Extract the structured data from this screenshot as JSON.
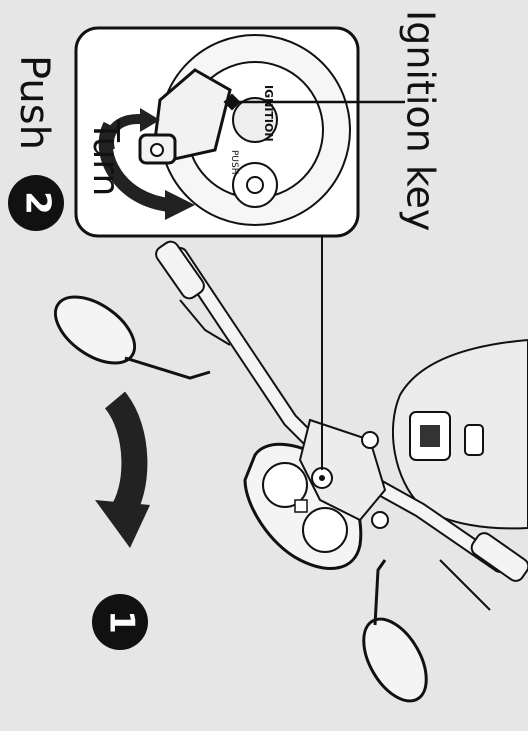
{
  "steps": [
    {
      "number": "2",
      "label": "Push"
    },
    {
      "number": "1",
      "label": ""
    }
  ],
  "labels": {
    "turn": "Turn",
    "ignition_key": "Ignition key",
    "ignition_switch_text": "IGNITION",
    "push_text": "PUSH"
  },
  "colors": {
    "background": "#e6e6e6",
    "line": "#111111",
    "panel_fill": "#ffffff",
    "arrow": "#222222"
  }
}
